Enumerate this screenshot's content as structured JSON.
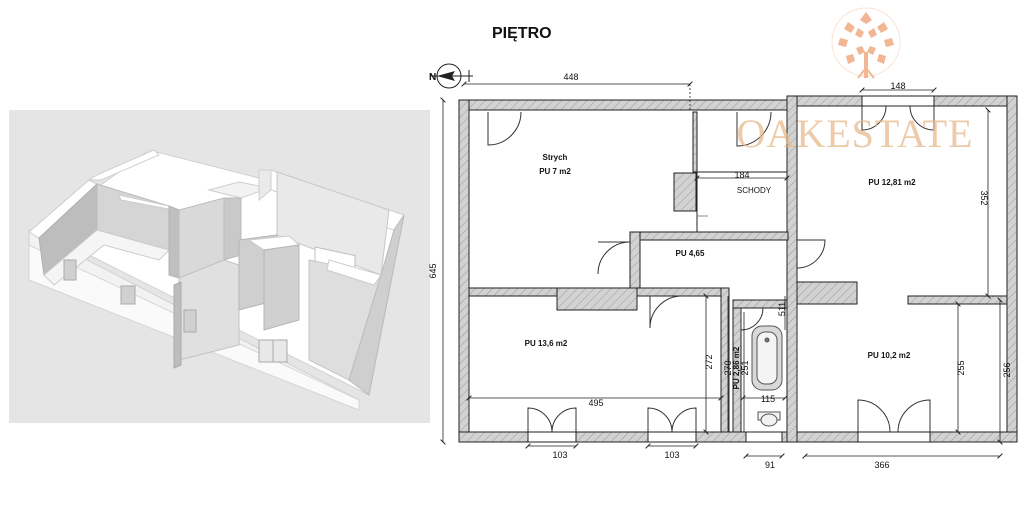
{
  "floor_title": "PIĘTRO",
  "logo": {
    "text": "OAKESTATE",
    "color": "#e8b98c",
    "tree_color": "#efa57a"
  },
  "compass": {
    "mark": "N"
  },
  "rooms": {
    "attic": {
      "name": "Strych",
      "area": "PU 7 m2"
    },
    "small": {
      "area": "PU 4,65"
    },
    "stairs": {
      "name": "SCHODY"
    },
    "room_ne": {
      "area": "PU 12,81 m2"
    },
    "room_w": {
      "area": "PU 13,6 m2"
    },
    "bath": {
      "area": "PU 2,86 m2"
    },
    "room_se": {
      "area": "PU 10,2 m2"
    }
  },
  "dimensions": {
    "top_width": "448",
    "ne_window": "148",
    "stairs_width": "184",
    "ne_depth": "352",
    "overall_height": "645",
    "west_width": "495",
    "west_depth": "272",
    "bath_height": "270",
    "bath_inner": "251",
    "bath_top": "511",
    "bath_width": "115",
    "se_depth": "255",
    "east_height": "256",
    "window_left": "103",
    "window_right": "103",
    "bath_window": "91",
    "se_width": "366"
  },
  "colors": {
    "wall_fill": "#c8c8c8",
    "line": "#222222",
    "iso_bg": "#e5e5e5"
  }
}
